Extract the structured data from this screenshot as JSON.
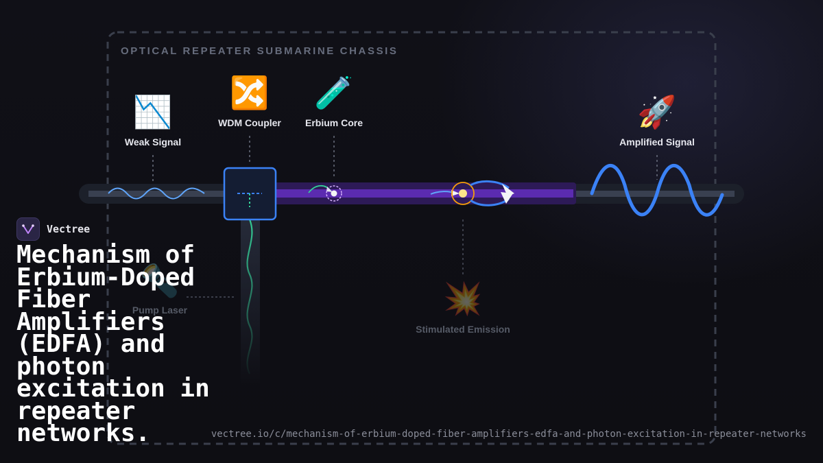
{
  "chassis": {
    "title": "OPTICAL REPEATER SUBMARINE CHASSIS"
  },
  "components": {
    "weak_signal": {
      "label": "Weak Signal",
      "icon": "📉",
      "icon_name": "chart-decreasing-icon"
    },
    "wdm_coupler": {
      "label": "WDM Coupler",
      "icon": "🔀",
      "icon_name": "shuffle-icon"
    },
    "erbium_core": {
      "label": "Erbium Core",
      "icon": "🧪",
      "icon_name": "test-tube-icon"
    },
    "amplified_signal": {
      "label": "Amplified Signal",
      "icon": "🚀",
      "icon_name": "rocket-icon"
    },
    "pump_laser": {
      "label": "Pump Laser",
      "icon": "🔦",
      "icon_name": "flashlight-icon"
    },
    "stimulated_emission": {
      "label": "Stimulated Emission",
      "icon": "💥",
      "icon_name": "collision-icon"
    }
  },
  "brand": {
    "name": "Vectree"
  },
  "headline": "Mechanism of Erbium-Doped Fiber Amplifiers (EDFA) and photon excitation in repeater networks.",
  "url": "vectree.io/c/mechanism-of-erbium-doped-fiber-amplifiers-edfa-and-photon-excitation-in-repeater-networks",
  "colors": {
    "background": "#101017",
    "fiber": "#2f3442",
    "erbium": "#5b2bb0",
    "signal": "#3b82f6",
    "pump": "#34d399",
    "excited": "#f59e0b"
  }
}
